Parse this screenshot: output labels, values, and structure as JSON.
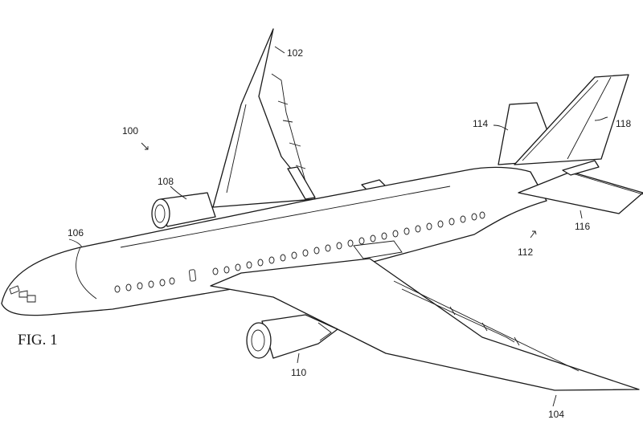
{
  "figure": {
    "caption": "FIG. 1",
    "ref_numerals": {
      "aircraft": "100",
      "upper_wing": "102",
      "lower_wing": "104",
      "fuselage": "106",
      "upper_engine": "108",
      "lower_engine": "110",
      "tail_section": "112",
      "vertical_stabilizer": "114",
      "horizontal_stabilizer": "116",
      "tail_fin": "118"
    }
  },
  "colors": {
    "ink": "#1a1a1a",
    "paper": "#ffffff"
  }
}
